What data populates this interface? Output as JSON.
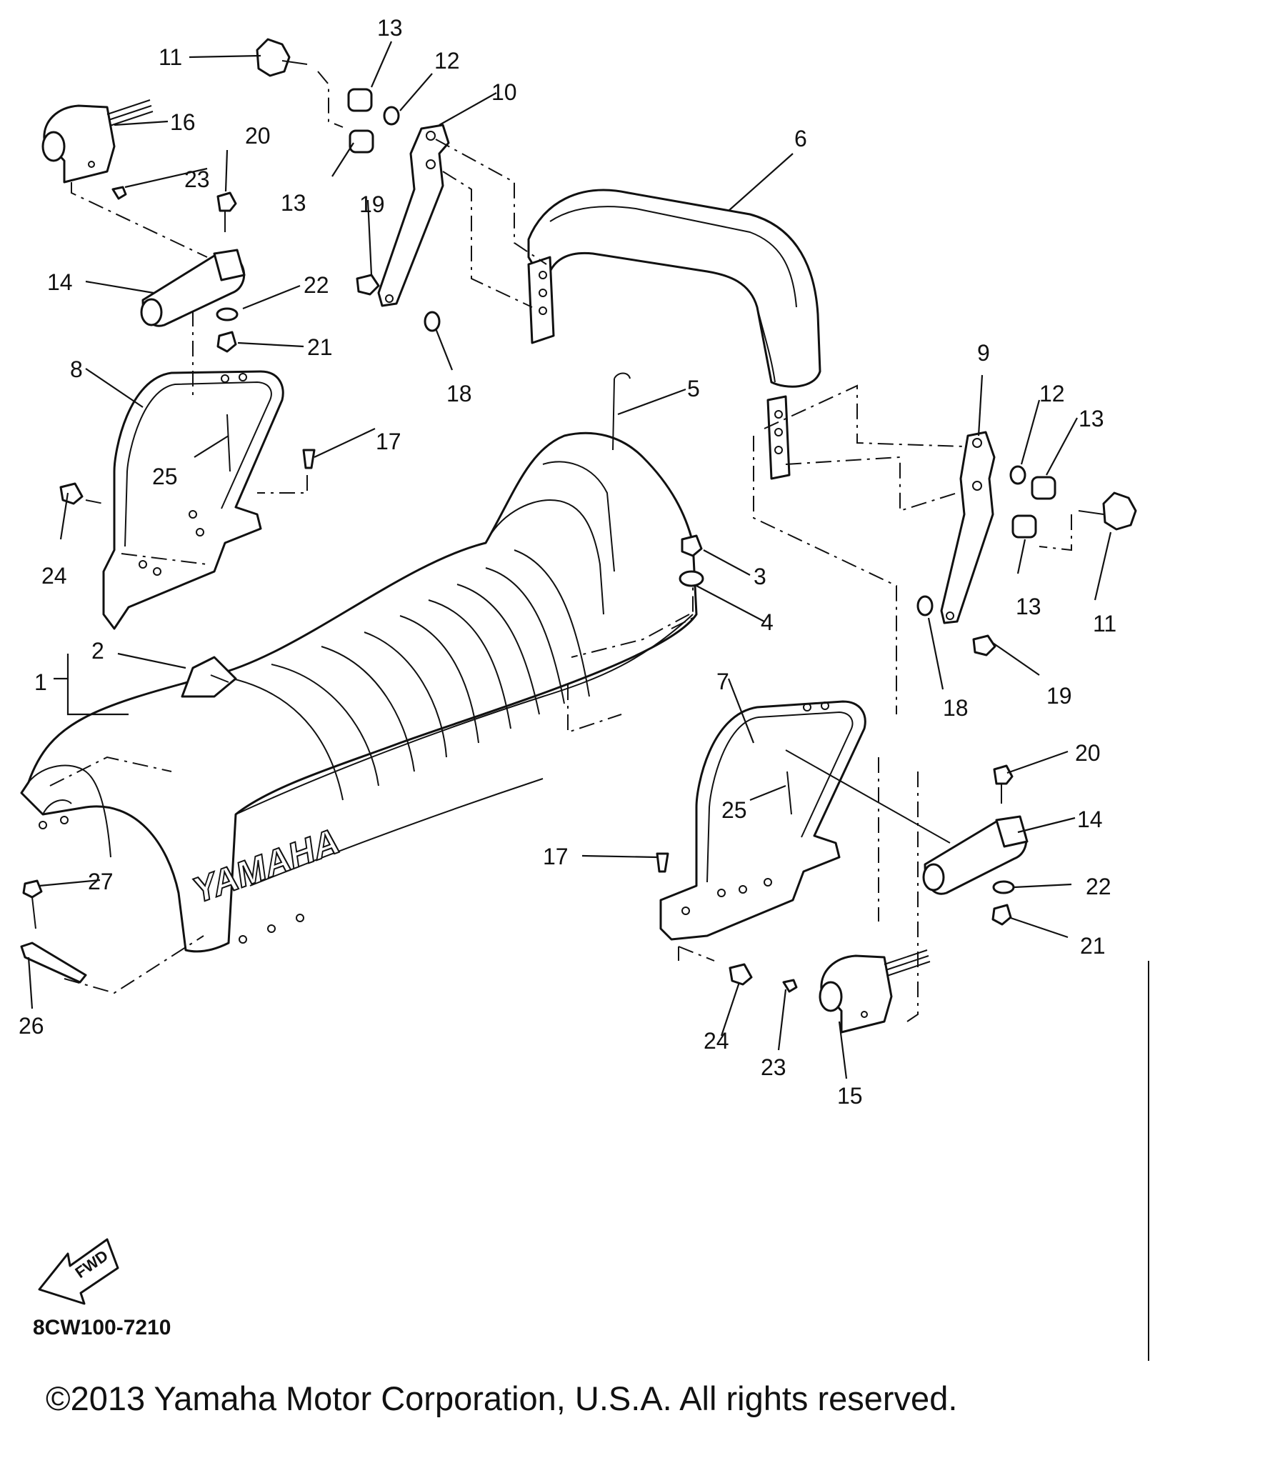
{
  "diagram": {
    "code": "8CW100-7210",
    "copyright": "©2013 Yamaha Motor Corporation, U.S.A. All rights reserved.",
    "fwd_label": "FWD",
    "brand_mark": "YAMAHA"
  },
  "callouts": [
    "1",
    "2",
    "3",
    "4",
    "5",
    "6",
    "7",
    "8",
    "9",
    "10",
    "11",
    "12",
    "13",
    "14",
    "15",
    "16",
    "17",
    "18",
    "19",
    "20",
    "21",
    "22",
    "23",
    "24",
    "25",
    "26",
    "27"
  ]
}
